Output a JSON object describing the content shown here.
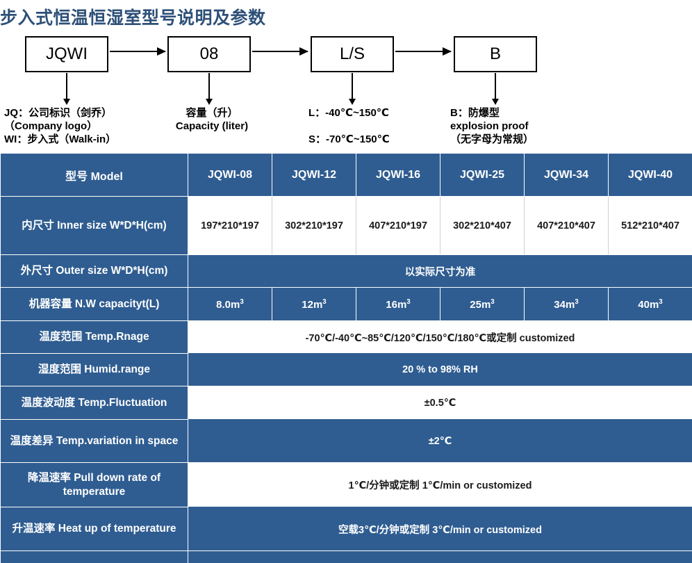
{
  "title": "步入式恒温恒湿室型号说明及参数",
  "accent_color": "#2f5d91",
  "title_color": "#2e5078",
  "flow": {
    "boxes": [
      {
        "label": "JQWI"
      },
      {
        "label": "08"
      },
      {
        "label": "L/S"
      },
      {
        "label": "B"
      }
    ],
    "captions": [
      "JQ：公司标识（剑乔）\n（Company logo）\nWI：步入式（Walk-in）",
      "容量（升）\nCapacity (liter)",
      "L：-40℃~150℃\n\nS：-70℃~150℃",
      "B：防爆型\nexplosion proof\n（无字母为常规）"
    ]
  },
  "table": {
    "header": {
      "label": "型号 Model",
      "models": [
        "JQWI-08",
        "JQWI-12",
        "JQWI-16",
        "JQWI-25",
        "JQWI-34",
        "JQWI-40"
      ]
    },
    "rows": [
      {
        "label": "内尺寸 Inner size W*D*H(cm)",
        "style": "num-white",
        "values": [
          "197*210*197",
          "302*210*197",
          "407*210*197",
          "302*210*407",
          "407*210*407",
          "512*210*407"
        ]
      },
      {
        "label": "外尺寸 Outer size W*D*H(cm)",
        "style": "val-blue",
        "span": "以实际尺寸为准"
      },
      {
        "label": "机器容量 N.W capacityt(L)",
        "style": "num-blue",
        "values_html": [
          "8.0m<sup>3</sup>",
          "12m<sup>3</sup>",
          "16m<sup>3</sup>",
          "25m<sup>3</sup>",
          "34m<sup>3</sup>",
          "40m<sup>3</sup>"
        ]
      },
      {
        "label": "温度范围 Temp.Rnage",
        "style": "val-white",
        "span": "-70℃/-40℃~85℃/120℃/150℃/180℃或定制 customized"
      },
      {
        "label": "湿度范围 Humid.range",
        "style": "val-blue",
        "span": "20 % to 98% RH"
      },
      {
        "label": "温度波动度 Temp.Fluctuation",
        "style": "val-white",
        "span": "±0.5℃"
      },
      {
        "label": "温度差异 Temp.variation in space",
        "style": "val-blue",
        "span": "±2℃"
      },
      {
        "label": "降温速率 Pull down rate of temperature",
        "style": "val-white",
        "span": "1℃/分钟或定制    1℃/min or customized"
      },
      {
        "label": "升温速率 Heat up of temperature",
        "style": "val-blue",
        "span": "空载3℃/分钟或定制 3℃/min or customized"
      },
      {
        "label": "",
        "style": "val-blue",
        "span": ""
      }
    ]
  }
}
